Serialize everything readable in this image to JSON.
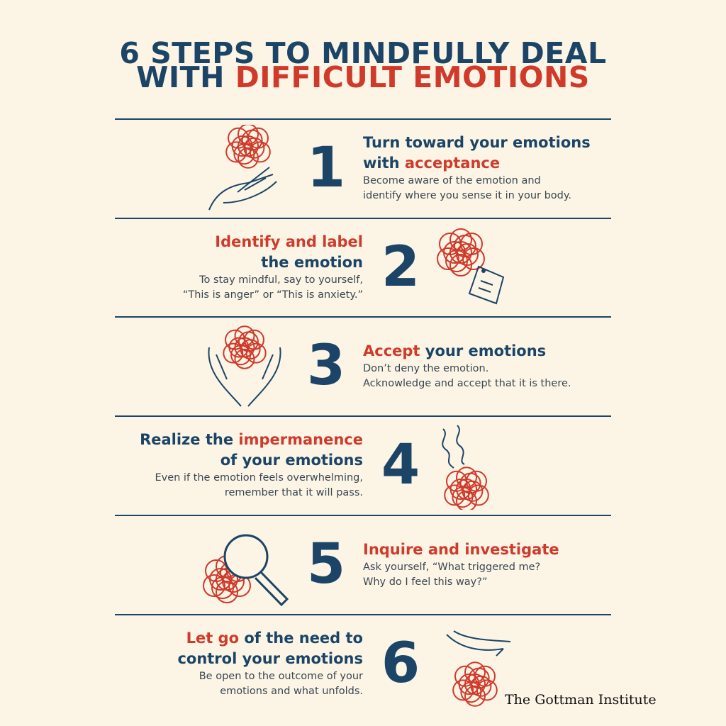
{
  "title": {
    "line1": "6 STEPS TO MINDFULLY DEAL",
    "line2_a": "WITH ",
    "line2_b": "DIFFICULT EMOTIONS"
  },
  "colors": {
    "background": "#fcf5e6",
    "navy": "#1b4466",
    "red": "#cf3a2a"
  },
  "steps": [
    {
      "number": "1",
      "icon": "hand-holding-scribble-icon",
      "heading": [
        [
          {
            "t": "Turn toward your emotions",
            "c": "navy"
          }
        ],
        [
          {
            "t": "with ",
            "c": "navy"
          },
          {
            "t": "acceptance",
            "c": "red"
          }
        ]
      ],
      "body": [
        "Become aware of the emotion and",
        "identify where you sense it in your body."
      ]
    },
    {
      "number": "2",
      "icon": "scribble-with-label-tag-icon",
      "heading": [
        [
          {
            "t": "Identify and label",
            "c": "red"
          }
        ],
        [
          {
            "t": "the emotion",
            "c": "navy"
          }
        ]
      ],
      "body": [
        "To stay mindful, say to yourself,",
        "“This is anger” or “This is anxiety.”"
      ]
    },
    {
      "number": "3",
      "icon": "two-hands-cradling-scribble-icon",
      "heading": [
        [
          {
            "t": "Accept",
            "c": "red"
          },
          {
            "t": " your emotions",
            "c": "navy"
          }
        ]
      ],
      "body": [
        "Don’t deny the emotion.",
        "Acknowledge and accept that it is there."
      ]
    },
    {
      "number": "4",
      "icon": "scribble-with-rising-smoke-icon",
      "heading": [
        [
          {
            "t": "Realize the ",
            "c": "navy"
          },
          {
            "t": "impermanence",
            "c": "red"
          }
        ],
        [
          {
            "t": "of your emotions",
            "c": "navy"
          }
        ]
      ],
      "body": [
        "Even if the emotion feels overwhelming,",
        "remember that it will pass."
      ]
    },
    {
      "number": "5",
      "icon": "magnifying-glass-scribble-icon",
      "heading": [
        [
          {
            "t": "Inquire and investigate",
            "c": "red"
          }
        ]
      ],
      "body": [
        "Ask yourself, “What triggered me?",
        "Why do I feel this way?”"
      ]
    },
    {
      "number": "6",
      "icon": "hand-releasing-scribble-icon",
      "heading": [
        [
          {
            "t": "Let go",
            "c": "red"
          },
          {
            "t": " of the need to",
            "c": "navy"
          }
        ],
        [
          {
            "t": "control your emotions",
            "c": "navy"
          }
        ]
      ],
      "body": [
        "Be open to the outcome of your",
        "emotions and what unfolds."
      ]
    }
  ],
  "logo": "The Gottman Institute"
}
